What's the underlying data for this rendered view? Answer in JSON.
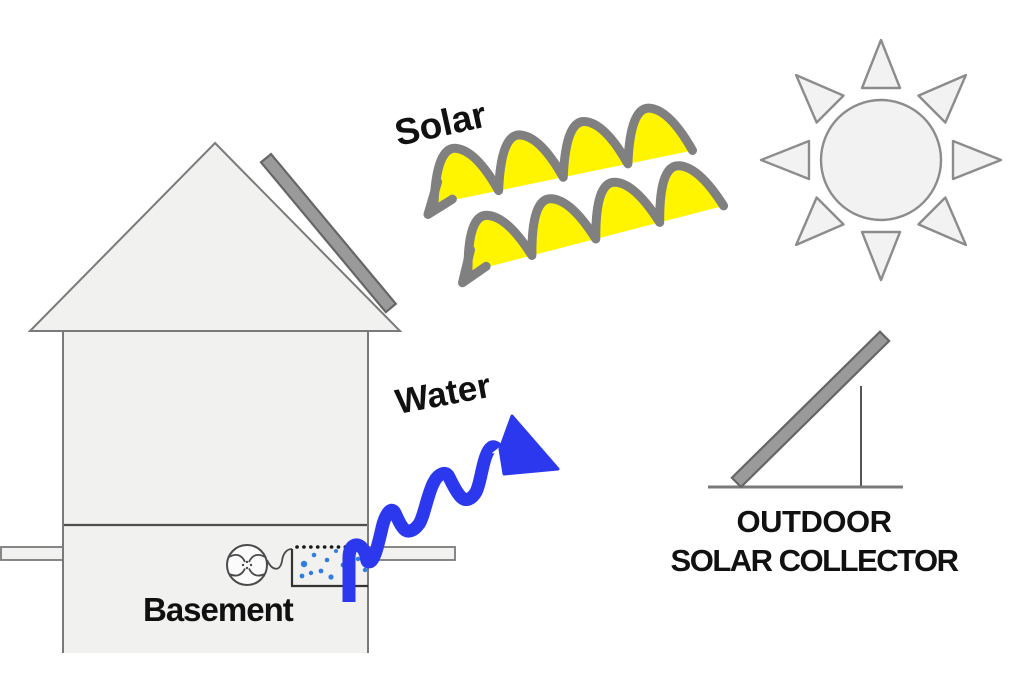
{
  "labels": {
    "solar": "Solar",
    "water": "Water",
    "basement": "Basement",
    "collector_line1": "OUTDOOR",
    "collector_line2": "SOLAR COLLECTOR"
  },
  "colors": {
    "background": "#ffffff",
    "house_fill": "#f1f1f0",
    "house_stroke": "#7a7a7a",
    "divider_stroke": "#4f4f4f",
    "panel_fill": "#9a9a9a",
    "panel_stroke": "#666666",
    "sun_fill": "#f2f2f2",
    "sun_stroke": "#8c8c8c",
    "ray_yellow": "#fff500",
    "wave_gray": "#808080",
    "water_blue": "#2b38ee",
    "drop_blue": "#2f7de2",
    "dot_black": "#1a1a1a",
    "box_stroke": "#333333",
    "equipment_stroke": "#4a4a4a",
    "support_stroke": "#555555",
    "text_black": "#111111"
  },
  "icons": {
    "sun": "sun-icon",
    "roof_panel": "roof-solar-panel",
    "fan": "fan-pump-icon",
    "tank": "water-tank-with-drops",
    "collector": "outdoor-solar-collector-icon",
    "solar_rays": "solar-ray-wave-arrows",
    "water_arrow": "water-flow-wave-arrow"
  }
}
